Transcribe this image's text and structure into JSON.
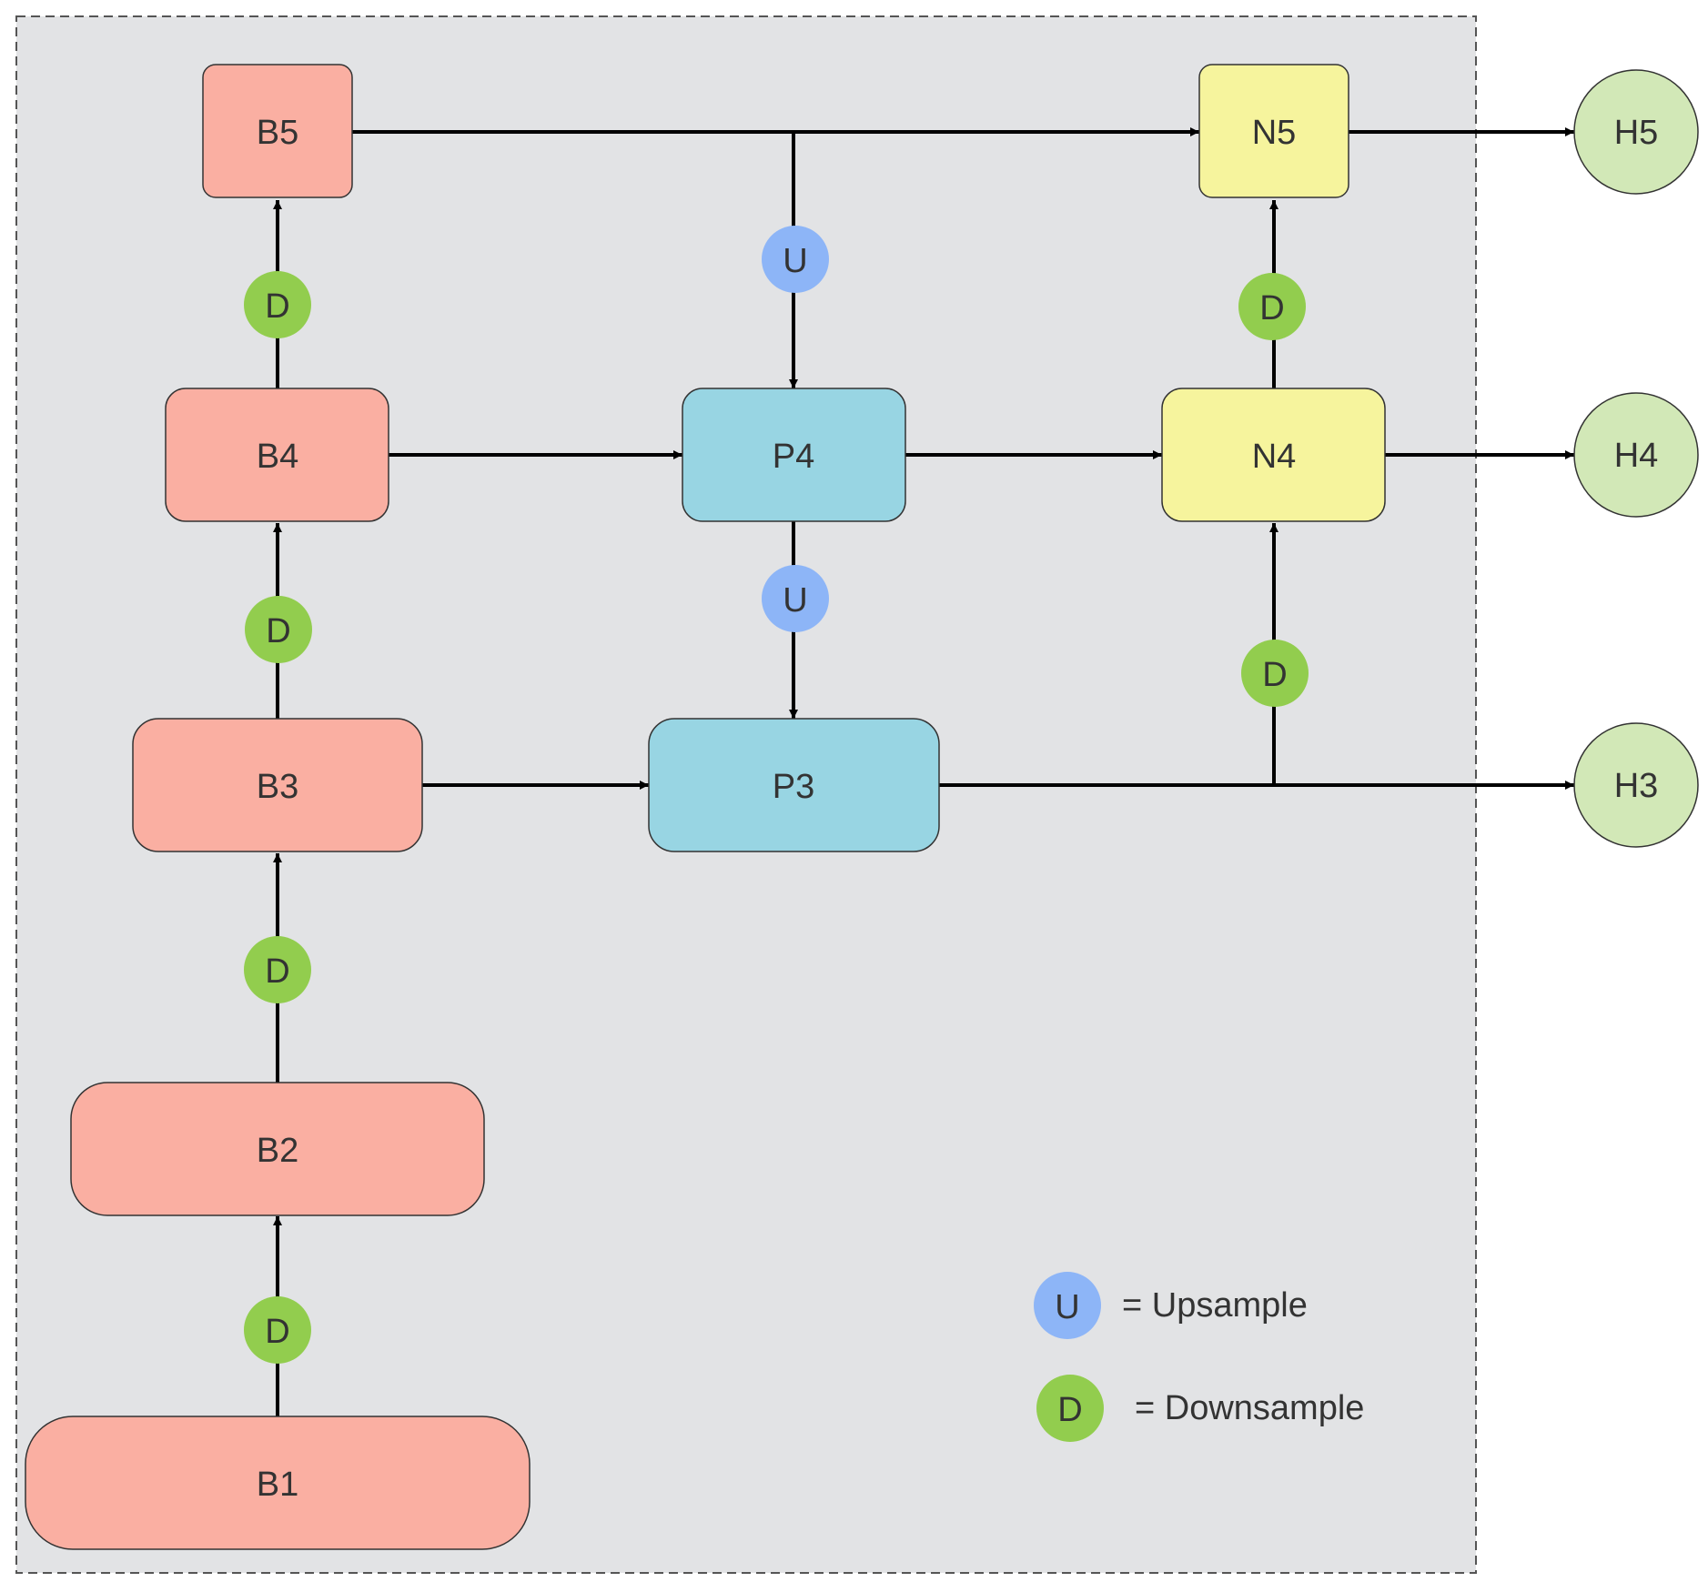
{
  "colors": {
    "panel_bg": "#e2e3e5",
    "panel_border": "#555555",
    "backbone_fill": "#faafa2",
    "pan_fill": "#98d5e3",
    "neck_fill": "#f6f49d",
    "head_fill": "#d2e8b7",
    "upsample_fill": "#8db5f7",
    "downsample_fill": "#92cd4e",
    "arrow": "#000000",
    "text": "#333333"
  },
  "nodes": {
    "B1": "B1",
    "B2": "B2",
    "B3": "B3",
    "B4": "B4",
    "B5": "B5",
    "P3": "P3",
    "P4": "P4",
    "N4": "N4",
    "N5": "N5",
    "H3": "H3",
    "H4": "H4",
    "H5": "H5"
  },
  "ops": {
    "upsample_letter": "U",
    "downsample_letter": "D"
  },
  "legend": {
    "upsample_label": "= Upsample",
    "downsample_label": "= Downsample"
  }
}
